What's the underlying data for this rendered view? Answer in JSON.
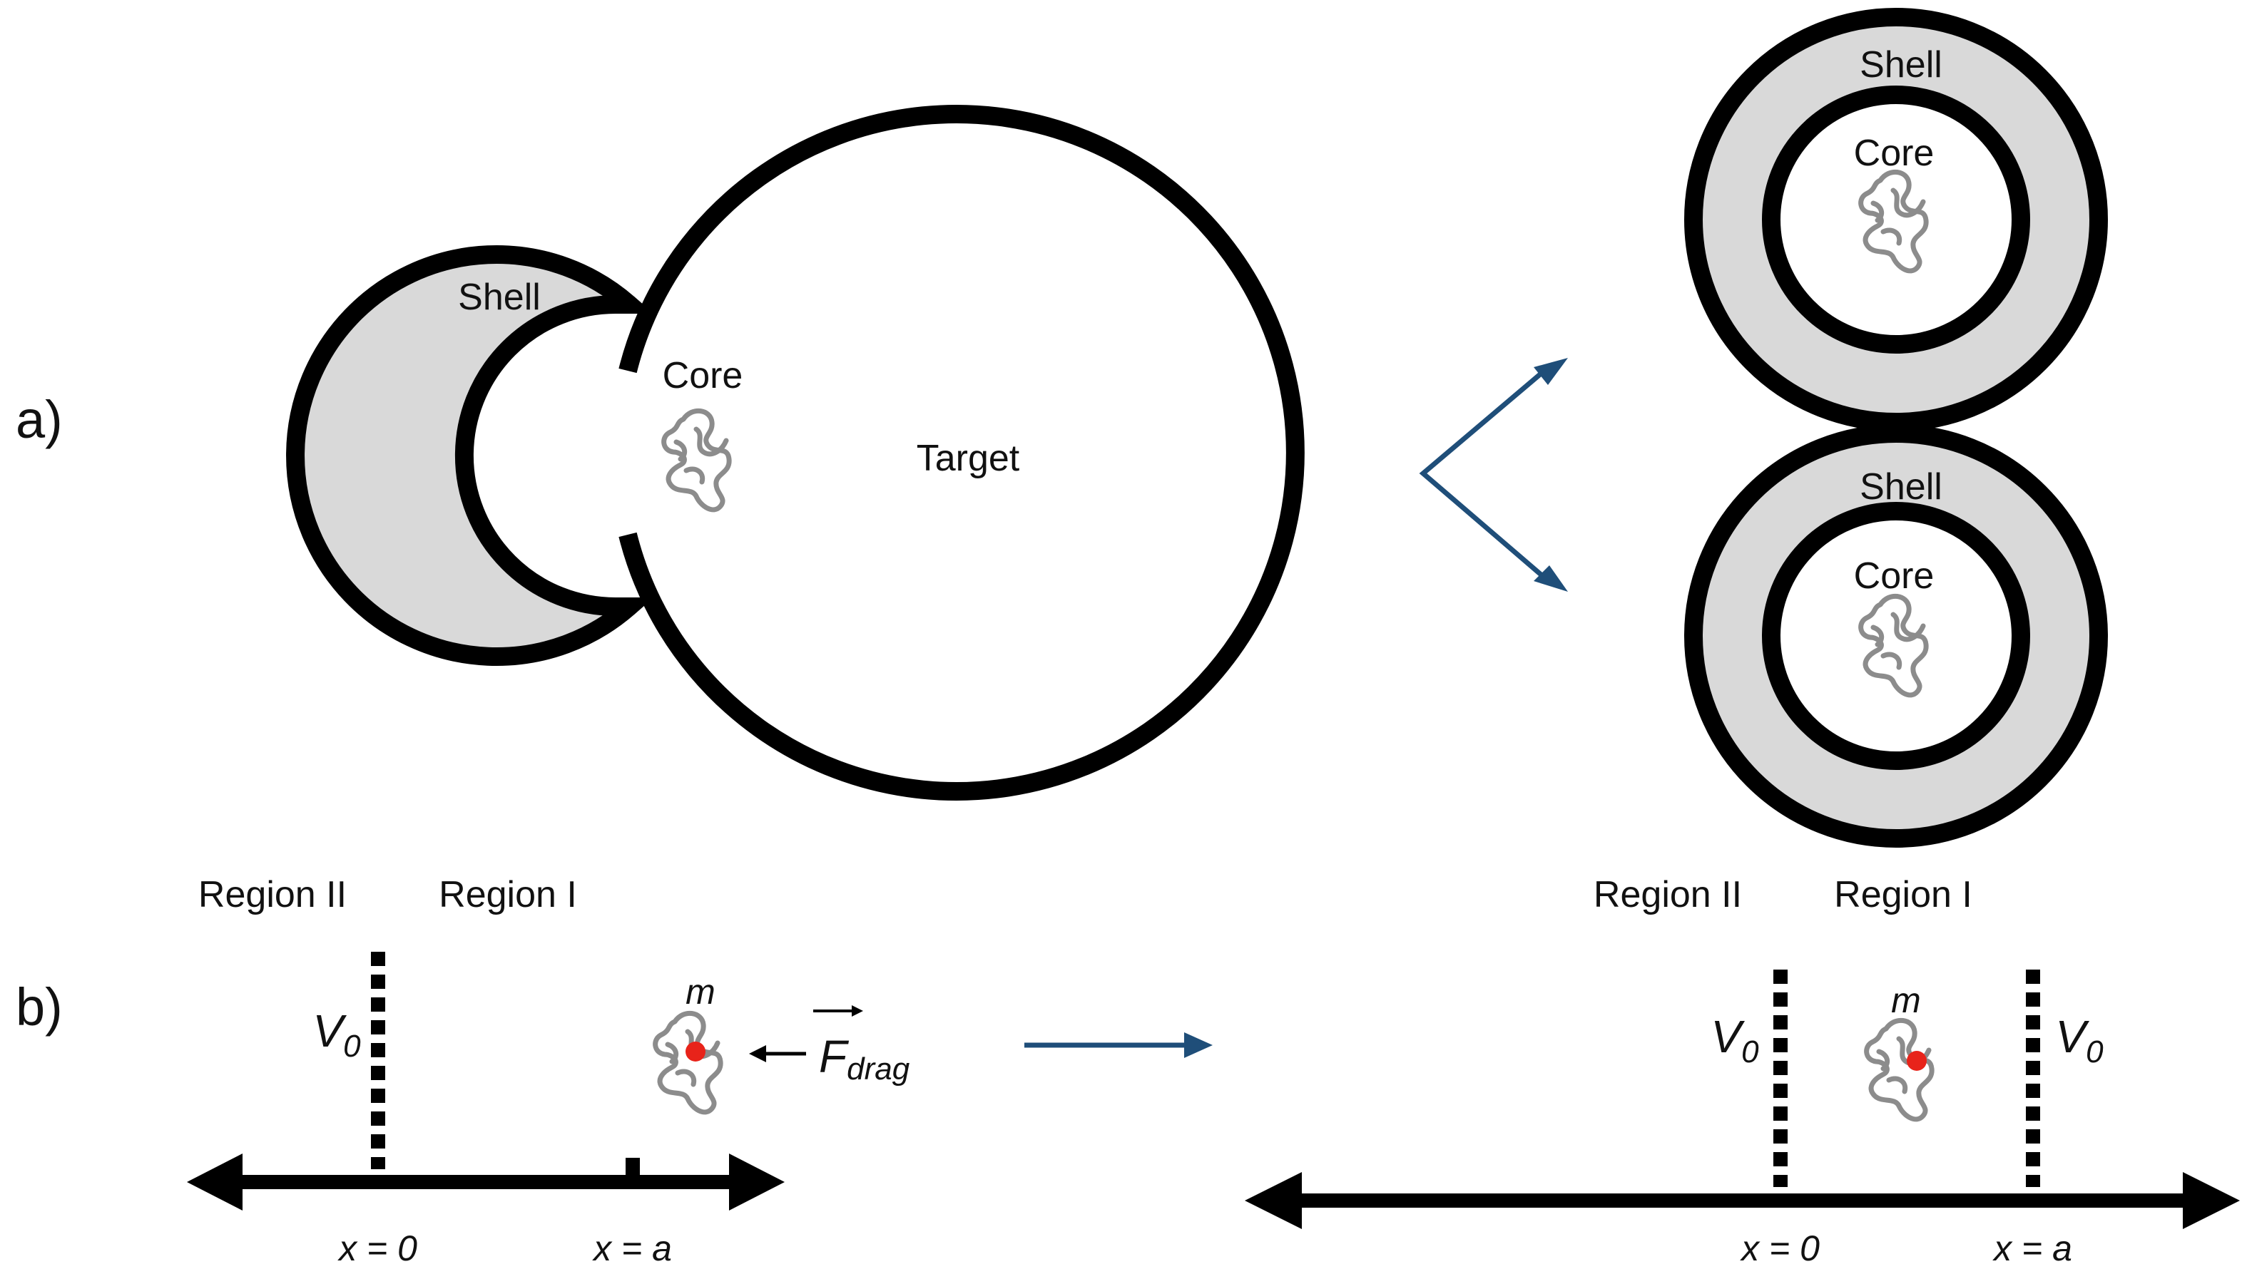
{
  "panel_a": {
    "label": "a)",
    "left": {
      "shell_label": "Shell",
      "core_label": "Core",
      "target_label": "Target"
    },
    "right_top": {
      "shell_label": "Shell",
      "core_label": "Core"
    },
    "right_bottom": {
      "shell_label": "Shell",
      "core_label": "Core"
    }
  },
  "panel_b": {
    "label": "b)",
    "left": {
      "region_ii": "Region II",
      "region_i": "Region I",
      "v0": "V",
      "v0_sub": "0",
      "mass": "m",
      "force": "F",
      "force_sub": "drag",
      "x0": "x = 0",
      "xa": "x = a"
    },
    "right": {
      "region_ii": "Region II",
      "region_i": "Region I",
      "v0_left": "V",
      "v0_left_sub": "0",
      "v0_right": "V",
      "v0_right_sub": "0",
      "mass": "m",
      "x0": "x = 0",
      "xa": "x = a"
    }
  },
  "colors": {
    "outline": "#000000",
    "shell_fill": "#d9d9d9",
    "polymer": "#8c8c8c",
    "arrow_blue": "#1f4e79",
    "particle": "#e8231a"
  },
  "icons": [
    "polymer-coil-icon",
    "transition-arrow-icon"
  ]
}
